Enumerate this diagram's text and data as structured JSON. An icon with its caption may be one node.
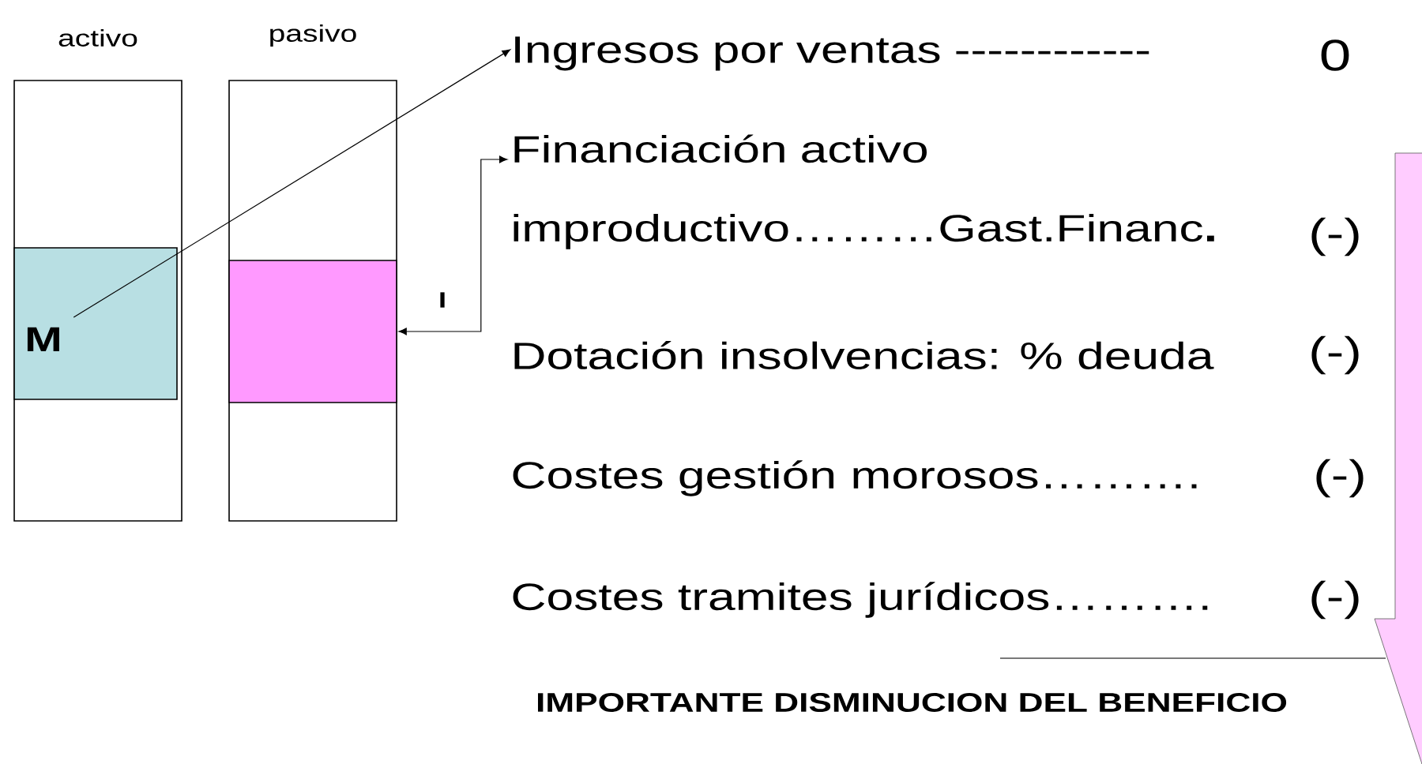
{
  "diagram": {
    "nodes": [
      {
        "text": [
          "activo"
        ]
      },
      {
        "text": [
          "M"
        ],
        "in": 0
      },
      {
        "text": [
          "pasivo"
        ]
      },
      {
        "text": [],
        "shape": "box",
        "in": 2
      },
      {
        "text": [
          "Ingresos por ventas ------------"
        ]
      },
      {
        "text": [
          "Financiación activo improductivo………Gast.Financ**.**"
        ]
      }
    ],
    "edges": [
      {
        "from": 1,
        "to": 4,
        "arrow": "to"
      },
      {
        "from": 3,
        "to": 5,
        "arrow": "both",
        "label": "I"
      }
    ],
    "labels": [
      "0",
      "(-)",
      "Dotación insolvencias: % deuda",
      "(-)",
      "Costes gestión morosos……….",
      "(-)",
      "Costes tramites jurídicos……….",
      "(-)",
      "IMPORTANTE DISMINUCION DEL BENEFICIO"
    ]
  }
}
